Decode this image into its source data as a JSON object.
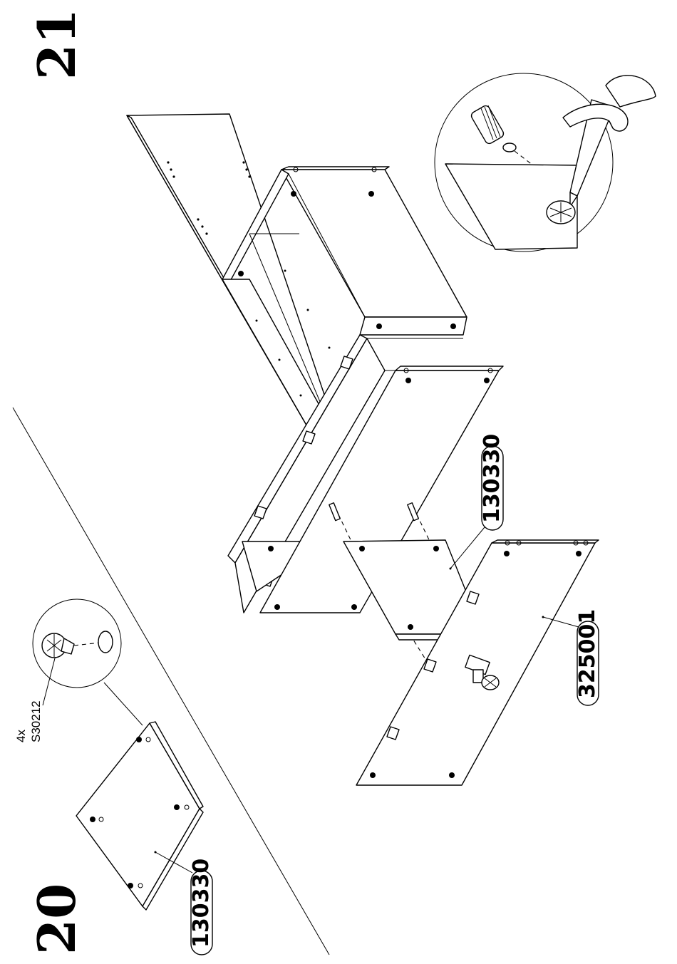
{
  "steps": {
    "step_20": "20",
    "step_21": "21"
  },
  "hardware": {
    "quantity": "4x",
    "part_code": "S30212"
  },
  "part_labels": {
    "step20_panel": "130330",
    "step21_panel": "130330",
    "step21_base": "325001"
  }
}
